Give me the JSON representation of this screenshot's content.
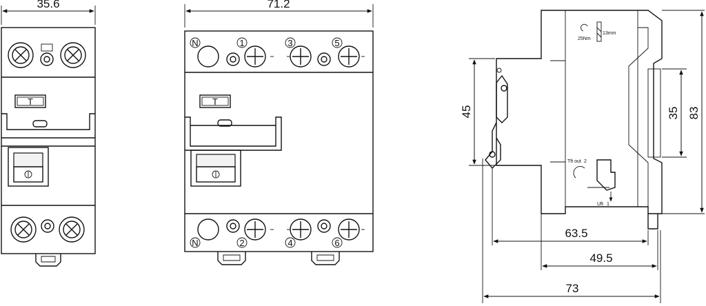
{
  "dimensions": {
    "front_width": "35.6",
    "side_width": "71.2",
    "height_45": "45",
    "height_35": "35",
    "height_83": "83",
    "depth_63_5": "63.5",
    "depth_49_5": "49.5",
    "depth_73": "73"
  },
  "terminals": {
    "top_n": "N",
    "top_1": "1",
    "top_3": "3",
    "top_5": "5",
    "bottom_n": "N",
    "bottom_2": "2",
    "bottom_4": "4",
    "bottom_6": "6"
  },
  "annotations": {
    "torque": "25Nm",
    "strip_length": "13mm",
    "tft_out": "Tft out",
    "tft_out_num": "2",
    "uft": "Uft",
    "uft_num": "1"
  },
  "test_button_label": "T"
}
